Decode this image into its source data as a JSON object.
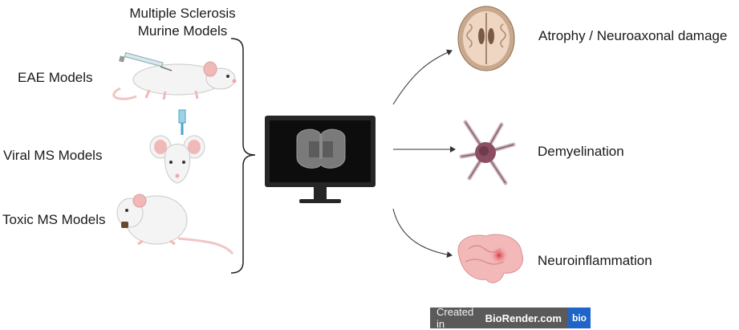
{
  "title": [
    "Multiple Sclerosis",
    "Murine Models"
  ],
  "models": [
    {
      "label": "EAE Models"
    },
    {
      "label": "Viral MS Models"
    },
    {
      "label": "Toxic MS Models"
    }
  ],
  "outcomes": [
    {
      "label": "Atrophy / Neuroaxonal damage"
    },
    {
      "label": "Demyelination"
    },
    {
      "label": "Neuroinflammation"
    }
  ],
  "badge": {
    "prefix": "Created in",
    "brand": "BioRender.com",
    "logo": "bio"
  },
  "colors": {
    "mouse": "#f4f4f4",
    "mouse_outline": "#c9c9c9",
    "ear": "#f1b8b8",
    "tail": "#f2c4c4",
    "monitor": "#262626",
    "brain_pink": "#f3b9b9",
    "badge_bg": "#5a5a5a",
    "badge_logo": "#1f64c8"
  }
}
